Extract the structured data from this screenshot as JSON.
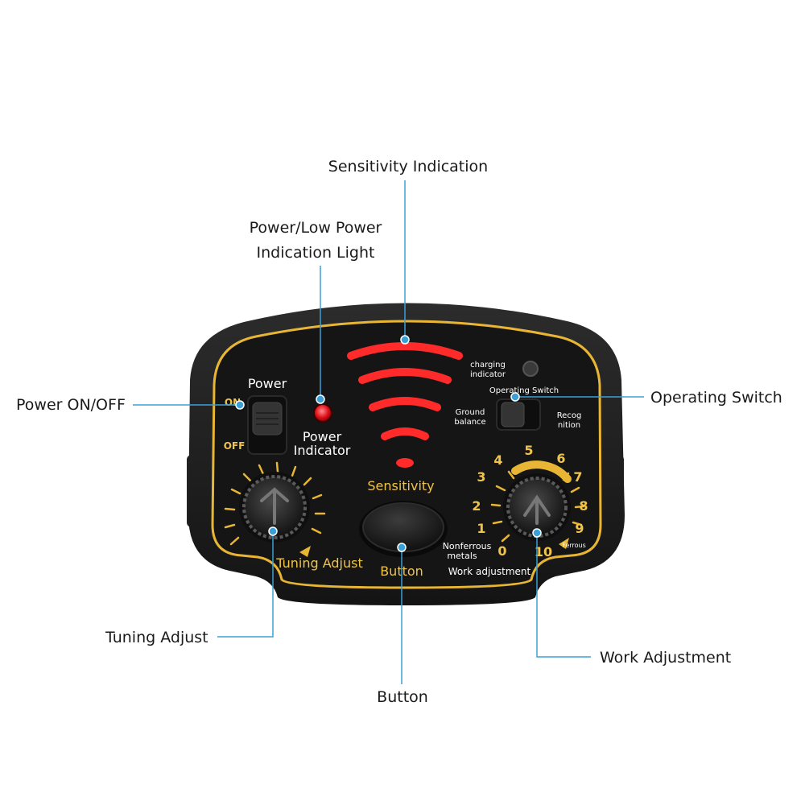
{
  "callouts": {
    "sensitivity_indication": "Sensitivity Indication",
    "power_light_line1": "Power/Low Power",
    "power_light_line2": "Indication Light",
    "power_on_off": "Power ON/OFF",
    "operating_switch": "Operating Switch",
    "tuning_adjust": "Tuning Adjust",
    "button": "Button",
    "work_adjustment": "Work Adjustment"
  },
  "panel": {
    "power": "Power",
    "on": "ON",
    "off": "OFF",
    "power_indicator_line1": "Power",
    "power_indicator_line2": "Indicator",
    "sensitivity": "Sensitivity",
    "charging_line1": "charging",
    "charging_line2": "indicator",
    "operating_switch": "Operating Switch",
    "ground_line1": "Ground",
    "ground_line2": "balance",
    "recog_line1": "Recog",
    "recog_line2": "nition",
    "tuning_adjust": "Tuning Adjust",
    "button": "Button",
    "work_adjustment": "Work adjustment",
    "nonferrous_line1": "Nonferrous",
    "nonferrous_line2": "metals",
    "ferrous": "Ferrous",
    "dial_numbers": [
      "0",
      "1",
      "2",
      "3",
      "4",
      "5",
      "6",
      "7",
      "8",
      "9",
      "10"
    ]
  },
  "colors": {
    "panel_black": "#1b1b1b",
    "gold": "#e8b634",
    "led_red": "#ff2a2a",
    "callout_line": "#3aa0d8"
  }
}
